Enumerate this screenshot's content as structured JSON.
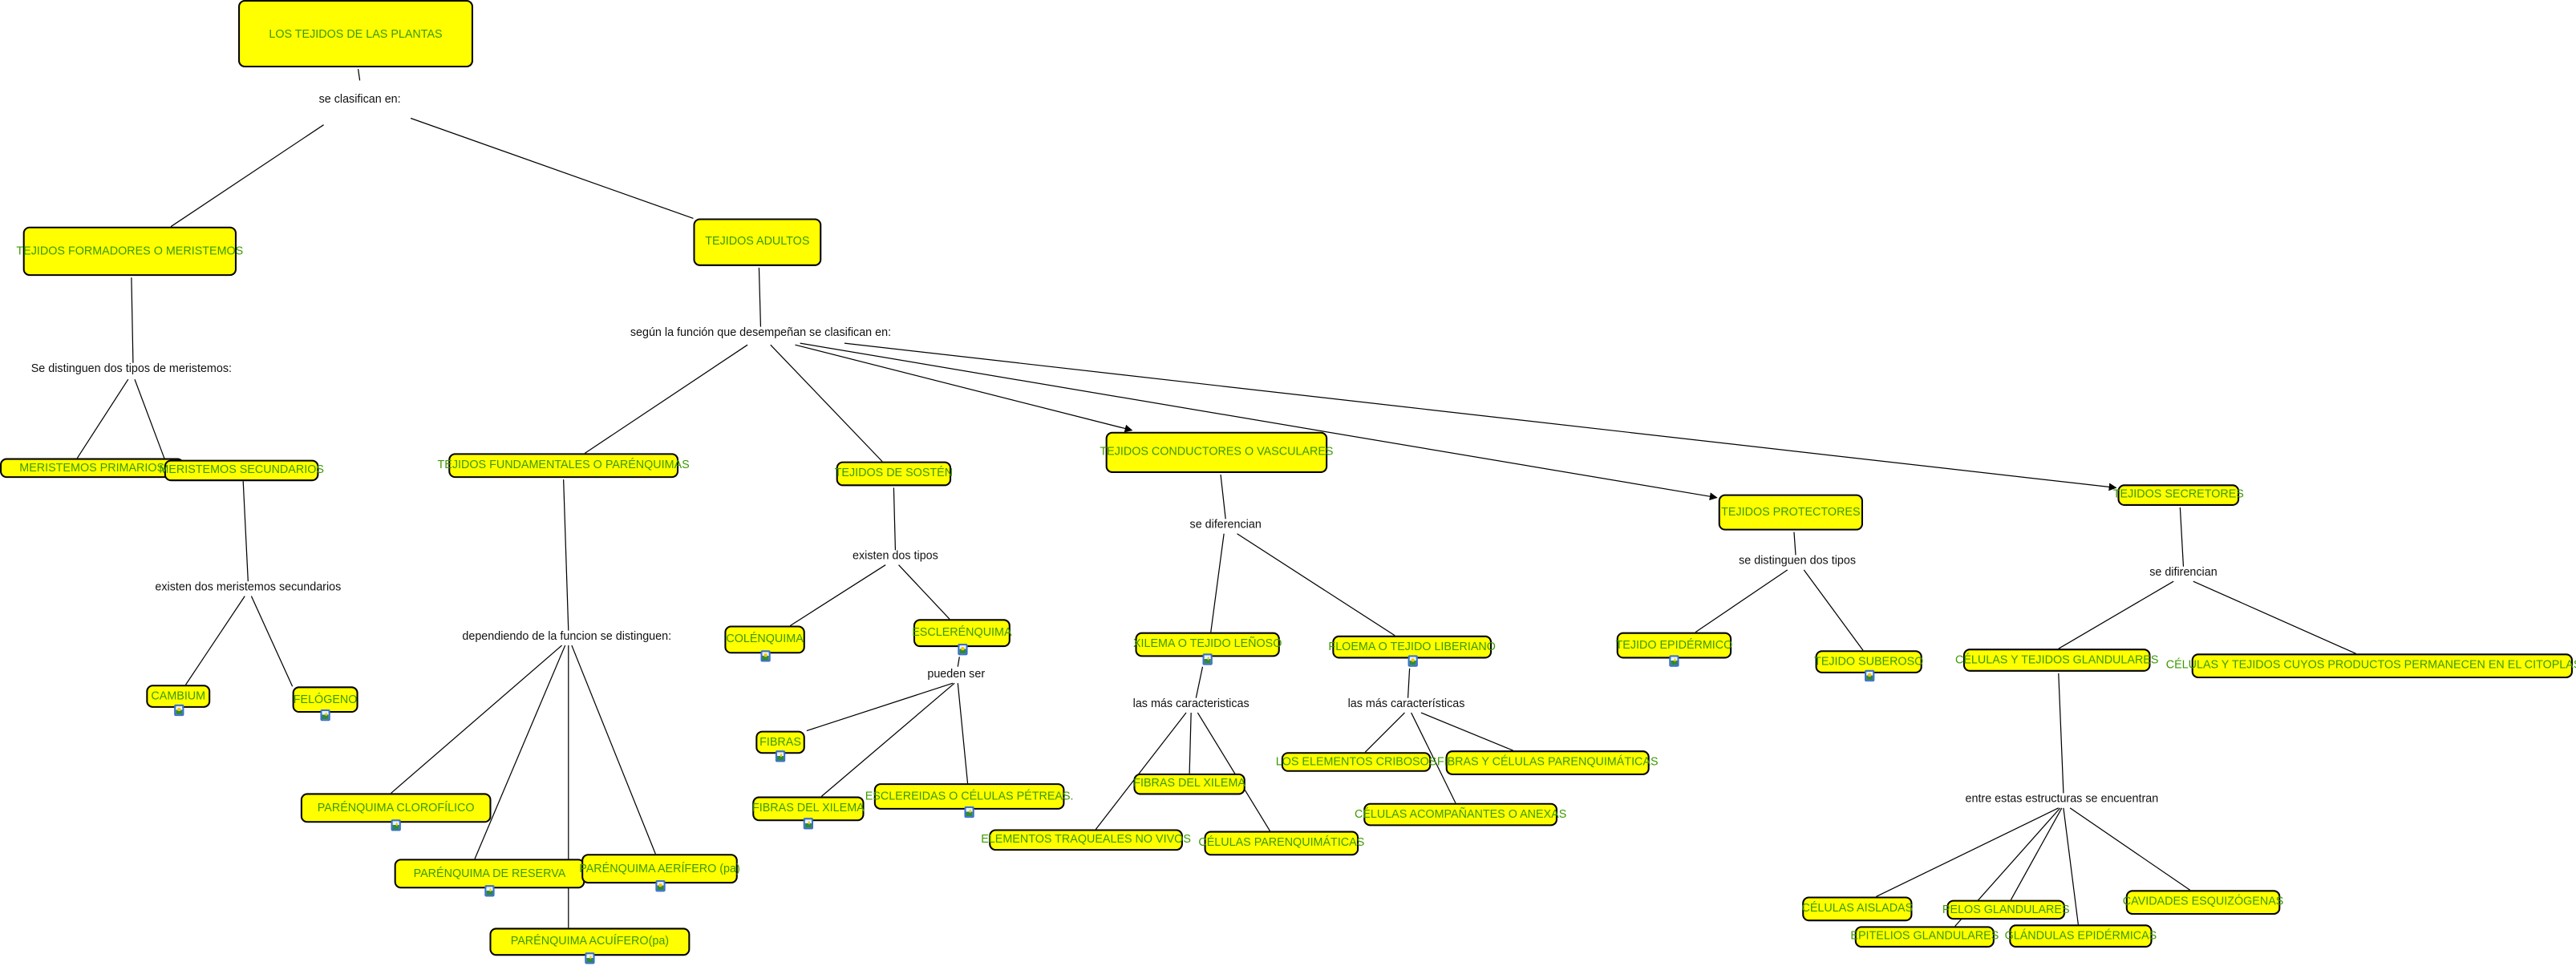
{
  "concepts": [
    {
      "label": "LOS TEJIDOS DE LAS PLANTAS",
      "has_image": false
    },
    {
      "label": "TEJIDOS FORMADORES O MERISTEMOS",
      "has_image": false
    },
    {
      "label": "TEJIDOS ADULTOS",
      "has_image": false
    },
    {
      "label": "MERISTEMOS PRIMARIOS",
      "has_image": false
    },
    {
      "label": "MERISTEMOS SECUNDARIOS",
      "has_image": false
    },
    {
      "label": "TEJIDOS FUNDAMENTALES O PARÉNQUIMAS",
      "has_image": false
    },
    {
      "label": "TEJIDOS DE SOSTÉN",
      "has_image": false
    },
    {
      "label": "TEJIDOS CONDUCTORES O VASCULARES",
      "has_image": false
    },
    {
      "label": "TEJIDOS PROTECTORES",
      "has_image": false
    },
    {
      "label": "TEJIDOS SECRETORES",
      "has_image": false
    },
    {
      "label": "CAMBIUM",
      "has_image": true
    },
    {
      "label": "FELÓGENO",
      "has_image": true
    },
    {
      "label": "PARÉNQUIMA CLOROFÍLICO",
      "has_image": true
    },
    {
      "label": "PARÉNQUIMA DE RESERVA",
      "has_image": true
    },
    {
      "label": "PARÉNQUIMA AERÍFERO (pa)",
      "has_image": true
    },
    {
      "label": "PARÉNQUIMA ACUÍFERO(pa)",
      "has_image": true
    },
    {
      "label": "COLÉNQUIMA",
      "has_image": true
    },
    {
      "label": "ESCLERÉNQUIMA",
      "has_image": true
    },
    {
      "label": "FIBRAS",
      "has_image": true
    },
    {
      "label": "FIBRAS DEL XILEMA",
      "has_image": true
    },
    {
      "label": "ESCLEREIDAS O CÉLULAS PÉTREAS.",
      "has_image": true
    },
    {
      "label": "XILEMA O TEJIDO LEÑOSO",
      "has_image": true
    },
    {
      "label": "FLOEMA O TEJIDO LIBERIANO",
      "has_image": true
    },
    {
      "label": "FIBRAS DEL XILEMA",
      "has_image": false
    },
    {
      "label": "ELEMENTOS TRAQUEALES NO VIVOS",
      "has_image": false
    },
    {
      "label": "CÉLULAS PARENQUIMÁTICAS",
      "has_image": false
    },
    {
      "label": "LOS ELEMENTOS CRIBOSOS",
      "has_image": false
    },
    {
      "label": "FIBRAS Y CÉLULAS PARENQUIMÁTICAS",
      "has_image": false
    },
    {
      "label": "CÉLULAS ACOMPAÑANTES O ANEXAS",
      "has_image": false
    },
    {
      "label": "TEJIDO EPIDÉRMICO",
      "has_image": true
    },
    {
      "label": "TEJIDO SUBEROSO",
      "has_image": true
    },
    {
      "label": "CÉLULAS Y TEJIDOS GLANDULARES",
      "has_image": false
    },
    {
      "label": "CÉLULAS Y TEJIDOS CUYOS PRODUCTOS PERMANECEN EN EL CITOPLASMA",
      "has_image": false
    },
    {
      "label": "CÉLULAS AISLADAS",
      "has_image": false
    },
    {
      "label": "PELOS GLANDULARES",
      "has_image": false
    },
    {
      "label": "CAVIDADES ESQUIZÓGENAS",
      "has_image": false
    },
    {
      "label": "EPITELIOS GLANDULARES",
      "has_image": false
    },
    {
      "label": "GLÁNDULAS EPIDÉRMICAS",
      "has_image": false
    }
  ],
  "linking_phrases": [
    "se clasifican en:",
    "Se distinguen dos tipos de meristemos:",
    "según la función que desempeñan se clasifican en:",
    "existen dos meristemos secundarios",
    "dependiendo de la funcion se distinguen:",
    "existen dos tipos",
    "pueden ser",
    "se diferencian",
    "las más caracteristicas",
    "las más características",
    "se distinguen dos tipos",
    "se difirencian",
    "entre estas estructuras se encuentran"
  ],
  "colors": {
    "concept_fill": "#ffff00",
    "concept_text": "#3c9a00",
    "line": "#000000"
  }
}
